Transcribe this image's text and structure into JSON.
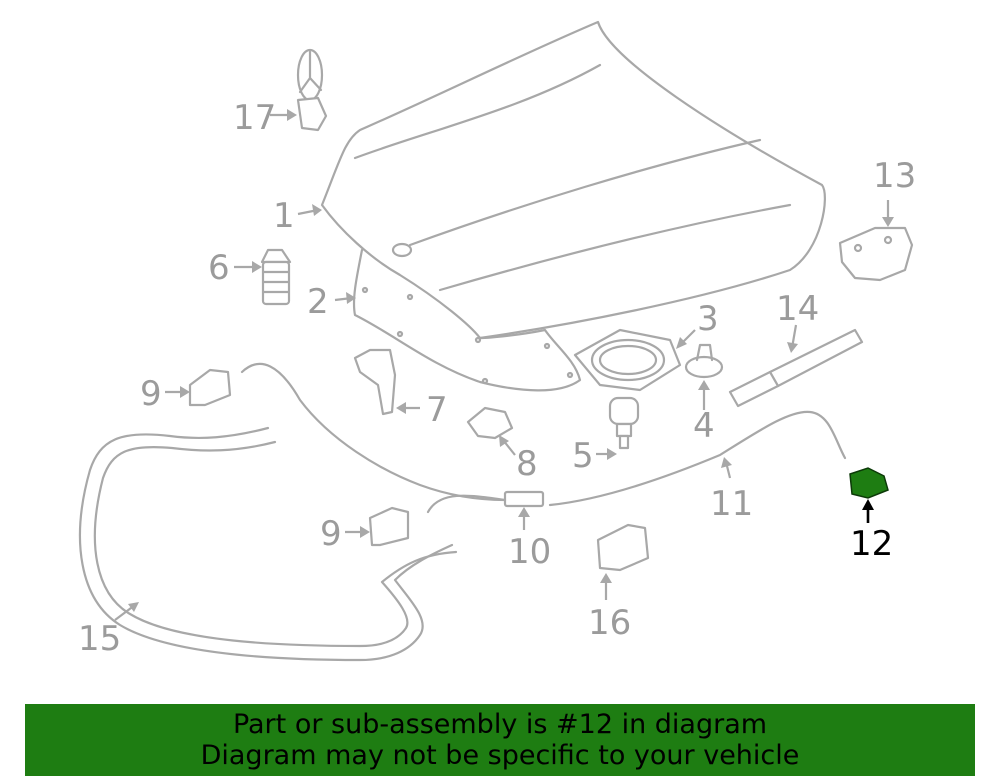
{
  "callouts": {
    "c1": "1",
    "c2": "2",
    "c3": "3",
    "c4": "4",
    "c5": "5",
    "c6": "6",
    "c7": "7",
    "c8": "8",
    "c9a": "9",
    "c9b": "9",
    "c10": "10",
    "c11": "11",
    "c12": "12",
    "c13": "13",
    "c14": "14",
    "c15": "15",
    "c16": "16",
    "c17": "17"
  },
  "highlight": {
    "part_number": "12",
    "color": "#1e7d12"
  },
  "banner": {
    "line1": "Part or sub-assembly is #12 in diagram",
    "line2": "Diagram may not be specific to your vehicle",
    "background": "#1e7d12"
  }
}
